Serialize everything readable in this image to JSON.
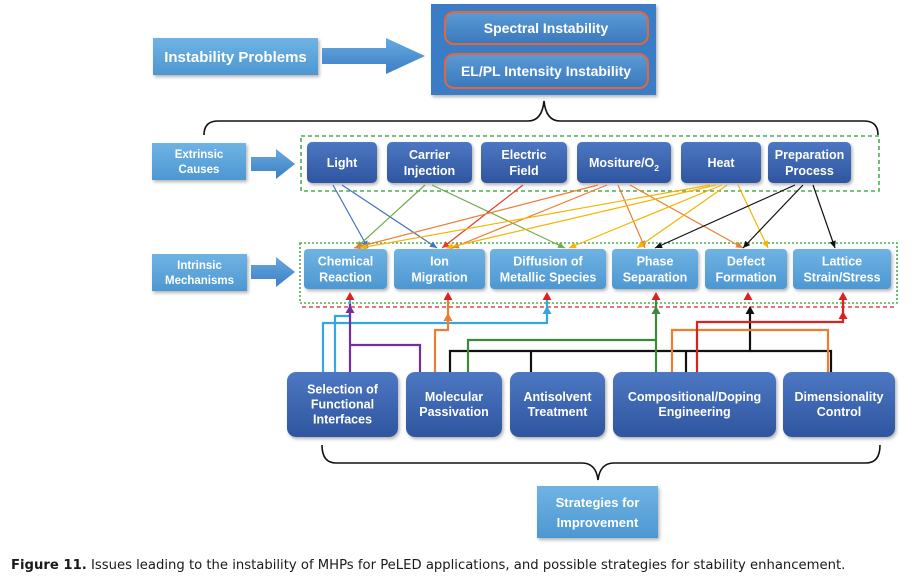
{
  "problems": {
    "label": "Instability Problems",
    "items": [
      "Spectral Instability",
      "EL/PL Intensity Instability"
    ]
  },
  "extrinsic": {
    "label": [
      "Extrinsic",
      "Causes"
    ],
    "causes": [
      [
        "Light"
      ],
      [
        "Carrier",
        "Injection"
      ],
      [
        "Electric",
        "Field"
      ],
      [
        "Mositure/O2"
      ],
      [
        "Heat"
      ],
      [
        "Preparation",
        "Process"
      ]
    ]
  },
  "intrinsic": {
    "label": [
      "Intrinsic",
      "Mechanisms"
    ],
    "mechanisms": [
      [
        "Chemical",
        "Reaction"
      ],
      [
        "Ion",
        "Migration"
      ],
      [
        "Diffusion of",
        "Metallic Species"
      ],
      [
        "Phase",
        "Separation"
      ],
      [
        "Defect",
        "Formation"
      ],
      [
        "Lattice",
        "Strain/Stress"
      ]
    ]
  },
  "strategies": {
    "label": [
      "Strategies for",
      "Improvement"
    ],
    "items": [
      [
        "Selection of",
        "Functional",
        "Interfaces"
      ],
      [
        "Molecular",
        "Passivation"
      ],
      [
        "Antisolvent",
        "Treatment"
      ],
      [
        "Compositional/Doping",
        "Engineering"
      ],
      [
        "Dimensionality",
        "Control"
      ]
    ]
  },
  "colors": {
    "light": "#4472c4",
    "carrier_injection": "#70ad47",
    "electric_field": "#e8382a",
    "moisture_o2": "#ed7d31",
    "heat": "#f5b400",
    "preparation": "#111111",
    "interfaces": "#35a6e0",
    "passivation": "#7030a0",
    "antisolvent": "#111111",
    "compositional": "#ed7d31",
    "compositional_alt": "#3a8a3a",
    "dimensionality": "#e02020"
  },
  "caption": {
    "label": "Figure 11.",
    "text": "Issues leading to the instability of MHPs for PeLED applications, and possible strategies for stability enhancement."
  }
}
